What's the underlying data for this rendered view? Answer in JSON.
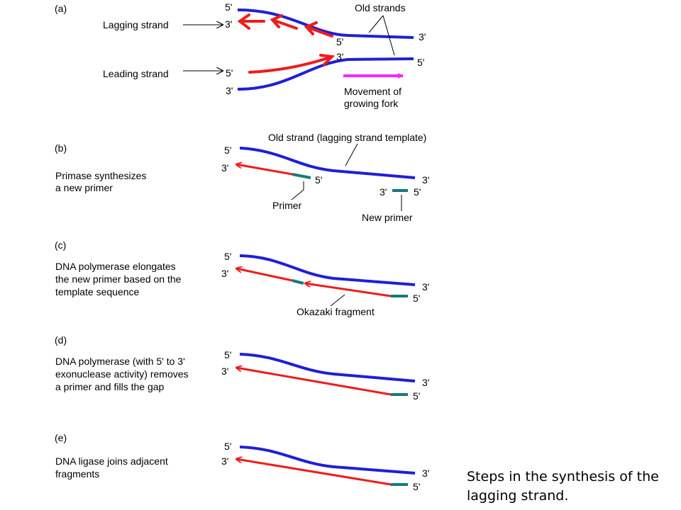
{
  "colors": {
    "template": "#1f1fd6",
    "new_strand": "#ee1c1c",
    "primer": "#167a7a",
    "fork_arrow": "#ff22ff"
  },
  "panel_a": {
    "label": "(a)",
    "lagging_label": "Lagging strand",
    "leading_label": "Leading strand",
    "old_strands": "Old strands",
    "movement_line1": "Movement of",
    "movement_line2": "growing fork",
    "ends": {
      "top_left": "5'",
      "lag_left": "3'",
      "lag_mid": "5'",
      "top_right": "3'",
      "lead_mid": "3'",
      "bottom_right": "5'",
      "lead_left": "5'",
      "bottom_left": "3'"
    }
  },
  "panel_b": {
    "label": "(b)",
    "desc_line1": "Primase synthesizes",
    "desc_line2": "a new primer",
    "old_strand_label": "Old strand (lagging strand template)",
    "primer_label": "Primer",
    "new_primer_label": "New primer",
    "ends": {
      "top_left": "5'",
      "left": "3'",
      "primer_end": "5'",
      "top_right": "3'",
      "np_left": "3'",
      "np_right": "5'"
    }
  },
  "panel_c": {
    "label": "(c)",
    "desc_line1": "DNA polymerase elongates",
    "desc_line2": "the new primer based on the",
    "desc_line3": "template sequence",
    "okazaki_label": "Okazaki fragment",
    "ends": {
      "top_left": "5'",
      "left": "3'",
      "top_right": "3'",
      "bottom_right": "5'"
    }
  },
  "panel_d": {
    "label": "(d)",
    "desc_line1": "DNA polymerase (with 5' to 3'",
    "desc_line2": "exonuclease activity) removes",
    "desc_line3": "a primer and fills the gap",
    "ends": {
      "top_left": "5'",
      "left": "3'",
      "top_right": "3'",
      "bottom_right": "5'"
    }
  },
  "panel_e": {
    "label": "(e)",
    "desc_line1": "DNA ligase joins adjacent",
    "desc_line2": "fragments",
    "ends": {
      "top_left": "5'",
      "left": "3'",
      "top_right": "3'",
      "bottom_right": "5'"
    }
  },
  "caption_line1": "Steps in the synthesis of the",
  "caption_line2": "lagging strand."
}
